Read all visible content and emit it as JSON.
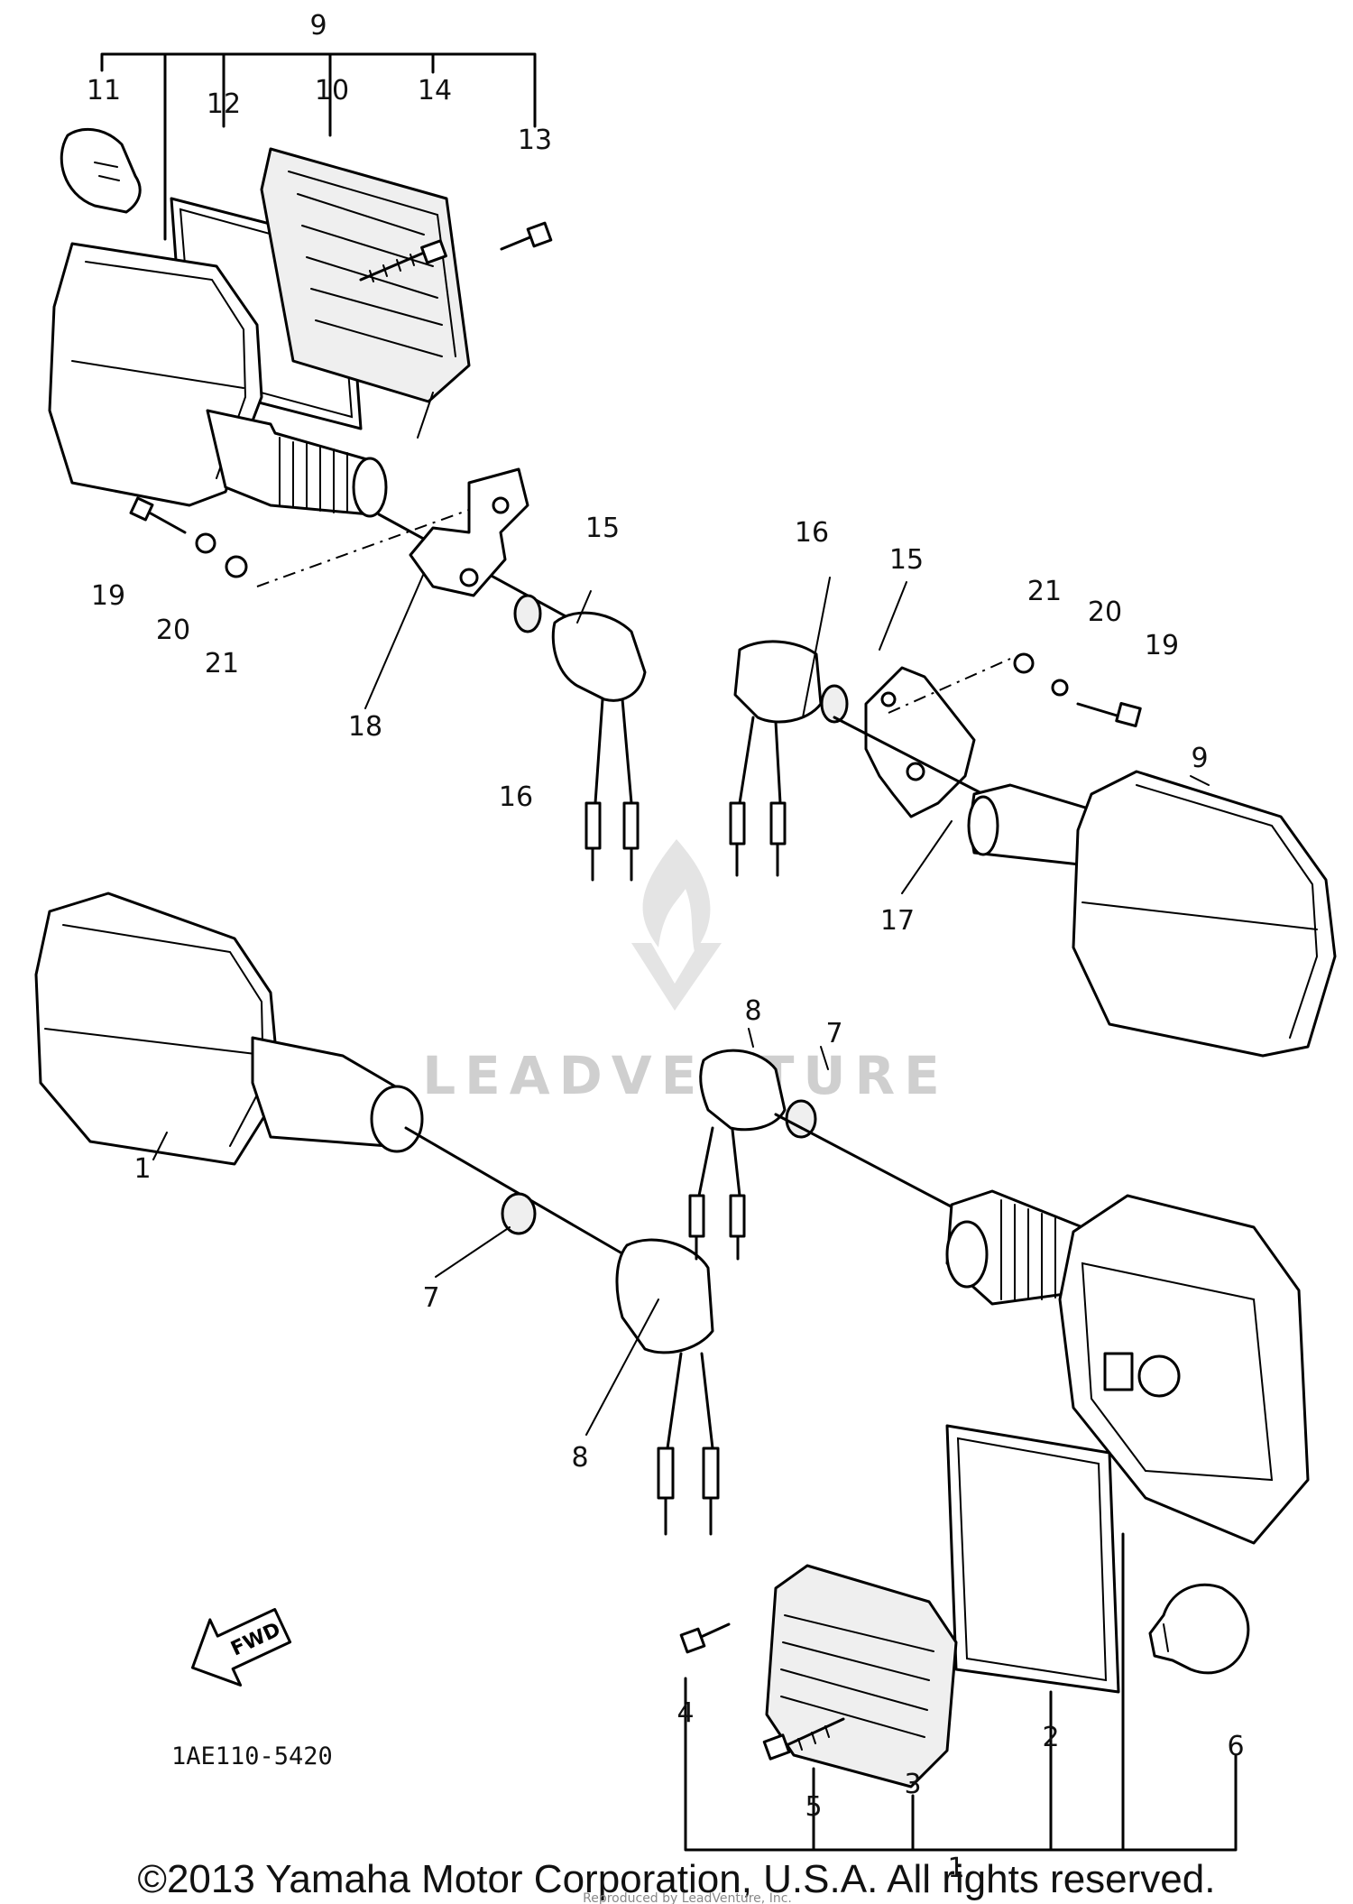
{
  "diagram": {
    "callouts": {
      "c1": "1",
      "c2": "2",
      "c3": "3",
      "c4": "4",
      "c5": "5",
      "c6": "6",
      "c7a": "7",
      "c7b": "7",
      "c8a": "8",
      "c8b": "8",
      "c9a": "9",
      "c9b": "9",
      "c10": "10",
      "c11": "11",
      "c12": "12",
      "c13": "13",
      "c14": "14",
      "c15a": "15",
      "c15b": "15",
      "c16a": "16",
      "c16b": "16",
      "c17": "17",
      "c18": "18",
      "c19a": "19",
      "c19b": "19",
      "c20a": "20",
      "c20b": "20",
      "c21a": "21",
      "c21b": "21"
    },
    "diagram_code": "1AE110-5420",
    "fwd_label": "FWD",
    "watermark": "LEADVENTURE",
    "copyright": "©2013 Yamaha Motor Corporation, U.S.A. All rights reserved.",
    "reproduced_by": "Reproduced by LeadVenture, Inc."
  }
}
